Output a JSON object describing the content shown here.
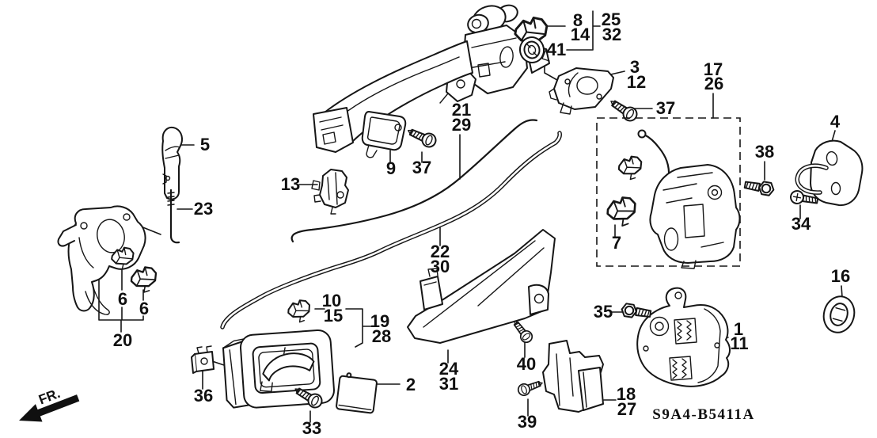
{
  "callouts": {
    "c1": "1",
    "c2": "2",
    "c3": "3",
    "c4": "4",
    "c5": "5",
    "c6a": "6",
    "c6b": "6",
    "c7": "7",
    "c8": "8",
    "c9": "9",
    "c10": "10",
    "c11": "11",
    "c12": "12",
    "c13": "13",
    "c14": "14",
    "c15": "15",
    "c16": "16",
    "c17": "17",
    "c18": "18",
    "c19": "19",
    "c20": "20",
    "c21": "21",
    "c22": "22",
    "c23": "23",
    "c24": "24",
    "c25": "25",
    "c26": "26",
    "c27": "27",
    "c28": "28",
    "c29": "29",
    "c30": "30",
    "c31": "31",
    "c32": "32",
    "c33": "33",
    "c34": "34",
    "c35": "35",
    "c36": "36",
    "c37a": "37",
    "c37b": "37",
    "c38": "38",
    "c39": "39",
    "c40": "40",
    "c41": "41"
  },
  "footer": {
    "diagram_code": "S9A4-B5411A"
  },
  "orientation": {
    "front_label": "FR."
  },
  "colors": {
    "background": "#ffffff",
    "line": "#161616"
  }
}
